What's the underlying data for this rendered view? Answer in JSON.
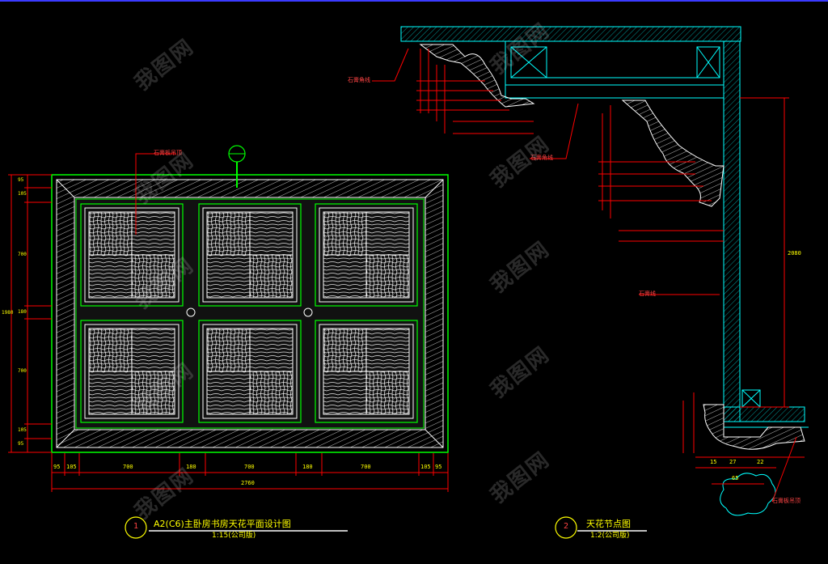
{
  "drawing1": {
    "number": "1",
    "title": "A2(C6)主卧房书房天花平面设计图",
    "scale": "1:15(公司版)",
    "callout_tag": "石膏板吊顶",
    "dims_bottom": [
      "95",
      "105",
      "700",
      "180",
      "700",
      "180",
      "700",
      "105",
      "95"
    ],
    "dim_total_width": "2760",
    "dims_left": [
      "95",
      "105",
      "700",
      "180",
      "700",
      "105",
      "95"
    ],
    "dim_total_height": "1980"
  },
  "drawing2": {
    "number": "2",
    "title": "天花节点图",
    "scale": "1:2(公司版)",
    "tags": [
      "石膏角线",
      "石膏角线",
      "石膏线",
      "石膏板吊顶"
    ],
    "dim_height": "2080",
    "dims_bottom": [
      "15",
      "27",
      "22",
      "65"
    ]
  },
  "watermark": "我图网",
  "colors": {
    "line": "#00ffff",
    "frame": "#00ff00",
    "dim": "#ff0000",
    "text": "#ffff00",
    "white": "#ffffff"
  }
}
